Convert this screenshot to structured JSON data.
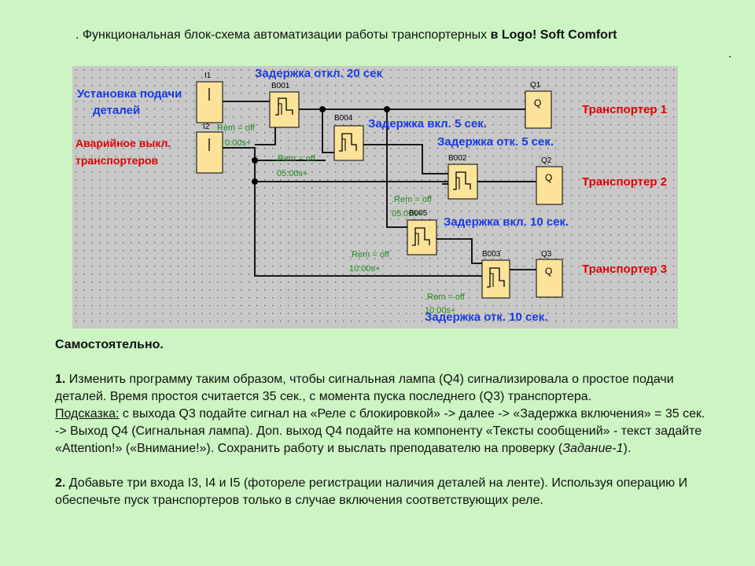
{
  "title": {
    "prefix": ". Функциональная блок-схема автоматизации работы транспортерных ",
    "bold": "в Logo! Soft Comfort",
    "trailing_dot": "."
  },
  "diagram": {
    "inputs": [
      {
        "id": "I1",
        "label_lines": [
          "Установка подачи",
          "деталей"
        ],
        "label_color": "#1a3ae0"
      },
      {
        "id": "I2",
        "label_lines": [
          "Аварийное выкл.",
          "транспортеров"
        ],
        "label_color": "#e00000"
      }
    ],
    "timers": [
      {
        "id": "B001",
        "caption": "Задержка откл. 20 сек"
      },
      {
        "id": "B004",
        "caption": "Задержка вкл. 5 сек.",
        "params": [
          ".Rem = off",
          "05:00s+"
        ]
      },
      {
        "id": "B002",
        "caption": "Задержка отк. 5 сек.",
        "params": [
          ".Rem = off",
          "05:00s+"
        ]
      },
      {
        "id": "B005",
        "caption": "Задержка вкл. 10 сек.",
        "params": [
          ".Rem = off",
          "10:00s+"
        ]
      },
      {
        "id": "B003",
        "caption": "Задержка отк. 10 сек.",
        "params": [
          ".Rem = off",
          "10:00s+"
        ]
      }
    ],
    "i2_params": [
      "Rem = off",
      "0:00s+"
    ],
    "outputs": [
      {
        "id": "Q1",
        "symbol": "Q",
        "label": "Транспортер 1"
      },
      {
        "id": "Q2",
        "symbol": "Q",
        "label": "Транспортер 2"
      },
      {
        "id": "Q3",
        "symbol": "Q",
        "label": "Транспортер 3"
      }
    ],
    "colors": {
      "canvas": "#c8c8c8",
      "block": "#fde39a",
      "wire": "#000000",
      "param": "#1c8a1c",
      "caption": "#1a3ae0",
      "output_label": "#e00000"
    }
  },
  "tasks": {
    "heading": "Самостоятельно.",
    "t1_num": "1.",
    "t1_text": " Изменить программу таким образом, чтобы сигнальная лампа (Q4) сигнализировала о простое подачи деталей. Время простоя считается 35 сек., с момента пуска последнего (Q3) транспортера.",
    "hint_label": "Подсказка:",
    "hint_text": " с выхода Q3 подайте сигнал на «Реле с блокировкой» -> далее -> «Задержка включения» = 35 сек. -> Выход Q4 (Сигнальная лампа). Доп. выход Q4 подайте на компоненту «Тексты сообщений» - текст задайте «Attention!» («Внимание!»). Сохранить работу и выслать преподавателю на проверку (",
    "hint_italic": "Задание-1",
    "hint_end": ").",
    "t2_num": "2.",
    "t2_text": " Добавьте три входа I3, I4 и I5 (фотореле регистрации наличия деталей на ленте). Используя операцию И обеспечьте пуск транспортеров только в случае включения соответствующих реле."
  }
}
